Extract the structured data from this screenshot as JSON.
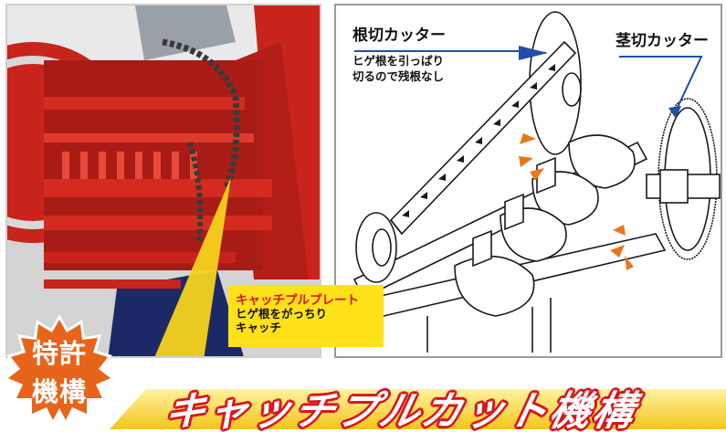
{
  "diagram": {
    "root_cutter_title": "根切カッター",
    "root_cutter_desc_line1": "ヒゲ根を引っぱり",
    "root_cutter_desc_line2": "切るので残根なし",
    "stem_cutter_title": "茎切カッター"
  },
  "callout": {
    "title": "キャッチプルプレート",
    "desc_line1": "ヒゲ根をがっちり",
    "desc_line2": "キャッチ"
  },
  "badge": {
    "line1": "特許",
    "line2": "機構"
  },
  "banner": {
    "title": "キャッチプルカット機構"
  },
  "colors": {
    "machine_red": "#c8241c",
    "callout_yellow": "#ffe11a",
    "badge_orange": "#e8641a",
    "banner_red": "#d8161e",
    "pointer_blue": "#1f4fa8",
    "arrow_orange": "#e8781e"
  }
}
